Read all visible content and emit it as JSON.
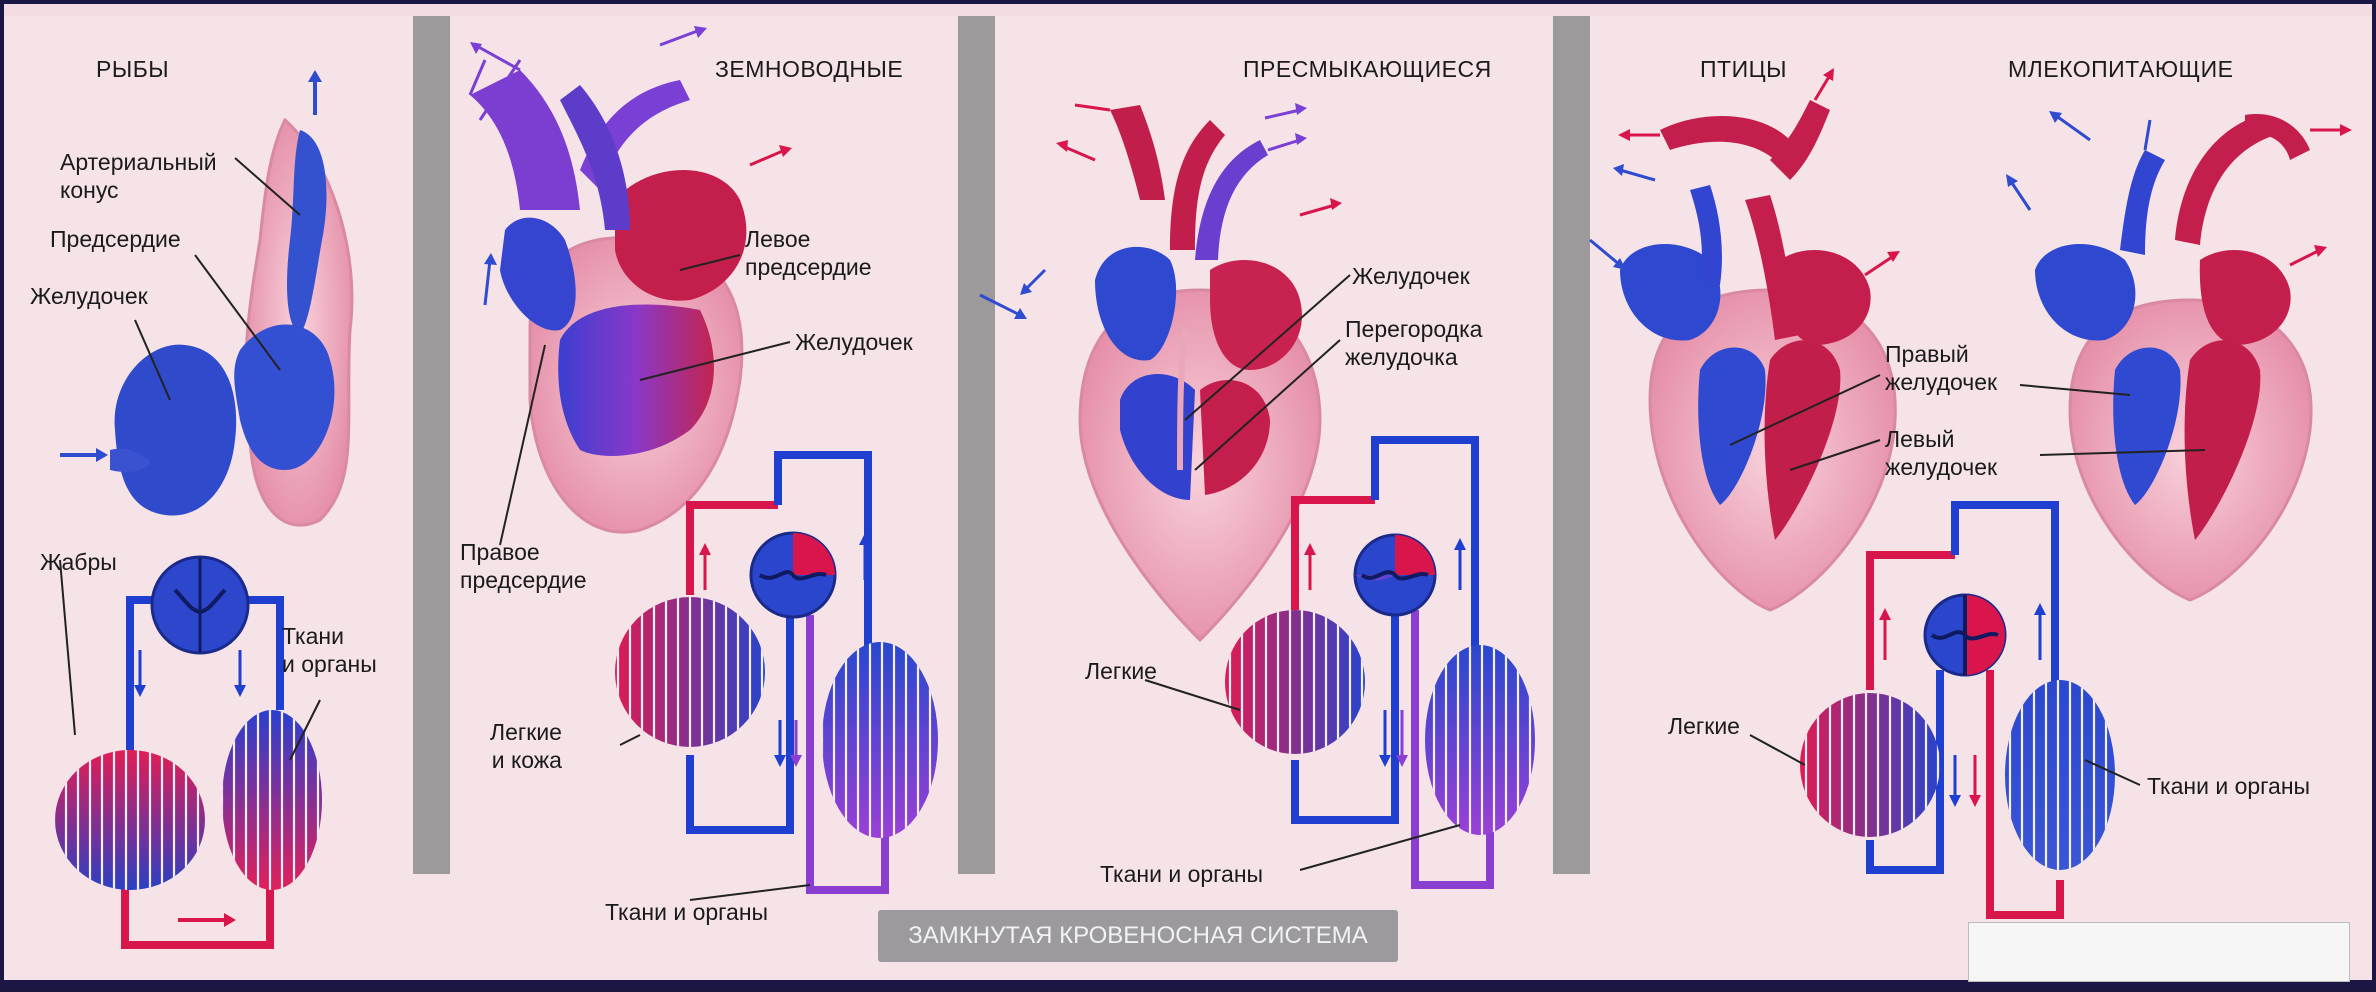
{
  "titles": {
    "fish": "РЫБЫ",
    "amphibians": "ЗЕМНОВОДНЫЕ",
    "reptiles": "ПРЕСМЫКАЮЩИЕСЯ",
    "birds": "ПТИЦЫ",
    "mammals": "МЛЕКОПИТАЮЩИЕ"
  },
  "labels": {
    "fish": {
      "arterial_cone": "Артериальный\nконус",
      "atrium": "Предсердие",
      "ventricle": "Желудочек",
      "gills": "Жабры",
      "tissues": "Ткани\nи органы"
    },
    "amphibians": {
      "left_atrium": "Левое\nпредсердие",
      "ventricle": "Желудочек",
      "right_atrium": "Правое\nпредсердие",
      "lungs_skin": "Легкие\nи кожа",
      "tissues": "Ткани и органы"
    },
    "reptiles": {
      "ventricle": "Желудочек",
      "septum": "Перегородка\nжелудочка",
      "lungs": "Легкие",
      "tissues": "Ткани и органы"
    },
    "birds_mammals": {
      "right_ventricle": "Правый\nжелудочек",
      "left_ventricle": "Левый\nжелудочек",
      "lungs": "Легкие",
      "tissues": "Ткани и органы"
    }
  },
  "banner": "ЗАМКНУТАЯ КРОВЕНОСНАЯ СИСТЕМА",
  "colors": {
    "arterial": "#d81e4a",
    "venous": "#2447c9",
    "mixed": "#8a3fd0",
    "heart_pink": "#f2b8c8",
    "panel_bg": "#f6e4e8",
    "divider": "#9d9a9c"
  }
}
